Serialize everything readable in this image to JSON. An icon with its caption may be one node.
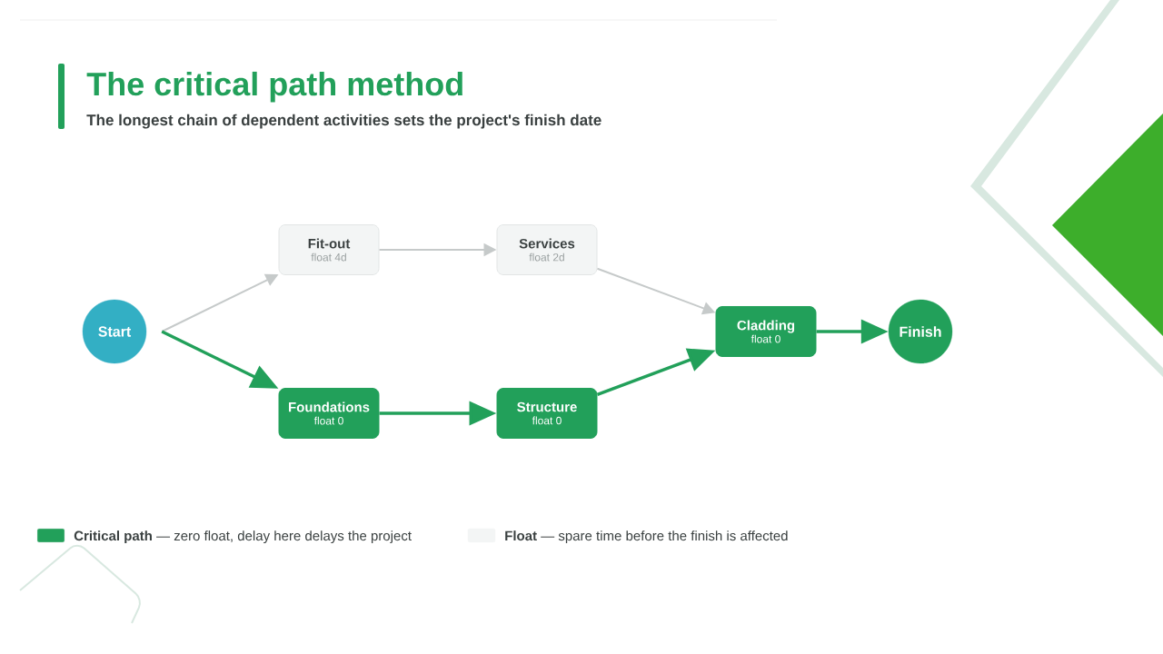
{
  "diagram": {
    "title": "The critical path method",
    "caption": "The longest chain of dependent activities sets the project's finish date",
    "nodes": [
      {
        "text": [
          "Start"
        ]
      },
      {
        "text": [
          "Fit-out",
          "float 4d"
        ]
      },
      {
        "text": [
          "Services",
          "float 2d"
        ]
      },
      {
        "text": [
          "Foundations",
          "float 0"
        ]
      },
      {
        "text": [
          "Structure",
          "float 0"
        ]
      },
      {
        "text": [
          "Cladding",
          "float 0"
        ]
      },
      {
        "text": [
          "Finish"
        ]
      }
    ],
    "edges": [
      {
        "from": 0,
        "to": 1,
        "arrow": "to",
        "color": "#c6caca"
      },
      {
        "from": 1,
        "to": 2,
        "arrow": "to",
        "color": "#c6caca"
      },
      {
        "from": 2,
        "to": 5,
        "arrow": "to",
        "color": "#c6caca"
      },
      {
        "from": 0,
        "to": 3,
        "arrow": "to"
      },
      {
        "from": 3,
        "to": 4,
        "arrow": "to"
      },
      {
        "from": 4,
        "to": 5,
        "arrow": "to"
      },
      {
        "from": 5,
        "to": 6,
        "arrow": "to"
      }
    ],
    "legend": [
      {
        "text": "**Critical path** — zero float, delay here delays the project",
        "color": "#22a05a"
      },
      {
        "text": "**Float** — spare time before the finish is affected",
        "color": "#f3f5f5"
      }
    ]
  }
}
